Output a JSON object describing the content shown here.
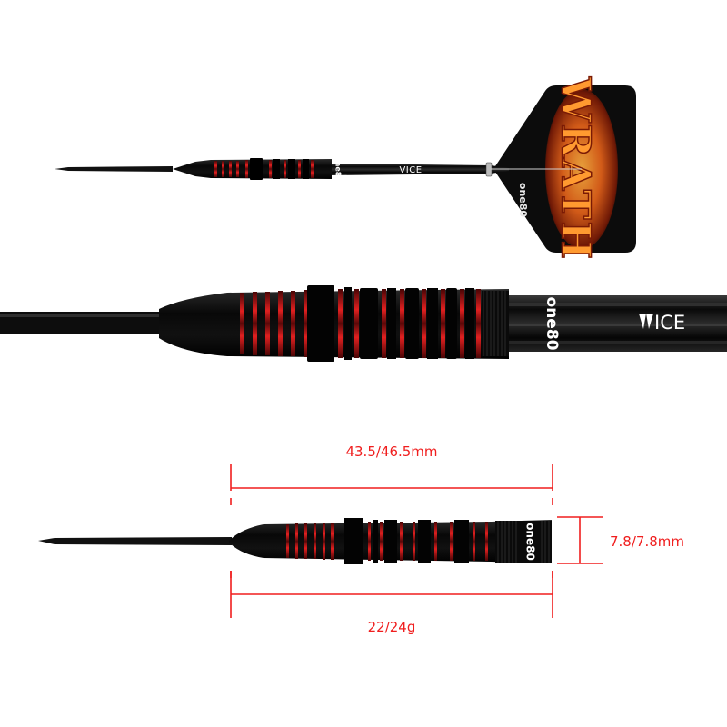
{
  "product": {
    "brand_logo": "one80",
    "model_logo": "VICE",
    "flight_text": "WRATH",
    "colors": {
      "barrel_black": "#0b0b0b",
      "barrel_red": "#d01818",
      "shaft_black": "#111111",
      "dimension_red": "#f01e1e",
      "flame_orange": "#e8641a",
      "background": "#ffffff"
    }
  },
  "views": {
    "full_dart": {
      "label": "full-dart-view"
    },
    "closeup": {
      "label": "barrel-closeup-view"
    },
    "dimension_view": {
      "label": "barrel-dimension-view"
    }
  },
  "dimensions": {
    "length": "43.5/46.5mm",
    "diameter": "7.8/7.8mm",
    "weight": "22/24g"
  }
}
